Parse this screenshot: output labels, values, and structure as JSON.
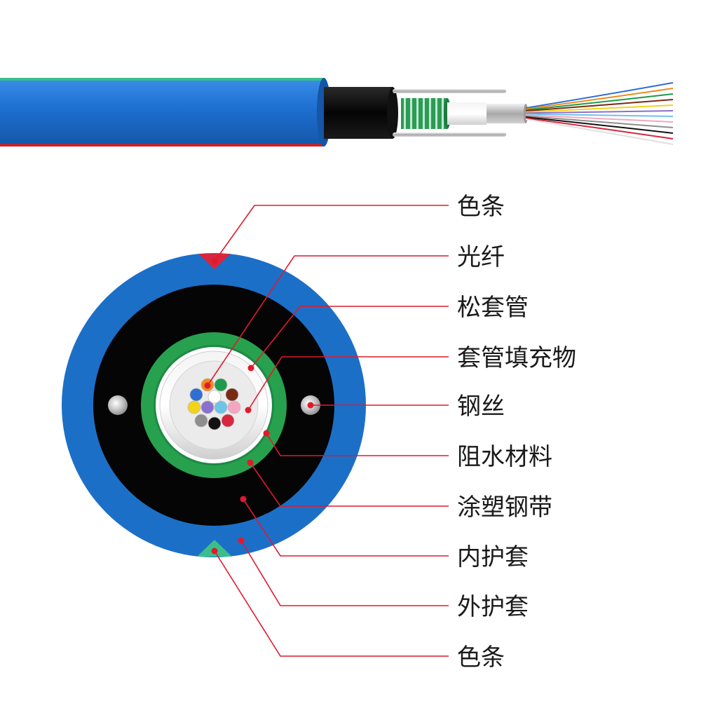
{
  "labels": [
    {
      "key": "color_strip_top",
      "text": "色条"
    },
    {
      "key": "fiber",
      "text": "光纤"
    },
    {
      "key": "loose_tube",
      "text": "松套管"
    },
    {
      "key": "tube_filler",
      "text": "套管填充物"
    },
    {
      "key": "steel_wire",
      "text": "钢丝"
    },
    {
      "key": "water_blocking",
      "text": "阻水材料"
    },
    {
      "key": "coated_steel_tape",
      "text": "涂塑钢带"
    },
    {
      "key": "inner_sheath",
      "text": "内护套"
    },
    {
      "key": "outer_sheath",
      "text": "外护套"
    },
    {
      "key": "color_strip_bottom",
      "text": "色条"
    }
  ],
  "colors": {
    "outer_sheath": "#1c6fc7",
    "inner_sheath": "#050505",
    "coated_steel_tape": "#27a14d",
    "loose_tube": "#ffffff",
    "tube_filler": "#e9e9e9",
    "leader": "#e01a2d",
    "strip_top": "#d7263d",
    "strip_bottom": "#3bbf8a"
  },
  "fiber_colors": [
    "#2f6fd1",
    "#f08a1b",
    "#1e9a4a",
    "#7a2a14",
    "#f3d21a",
    "#8b6fcf",
    "#6ec3e6",
    "#f4a6c0",
    "#8e8e8e",
    "#111111",
    "#d7263d",
    "#ffffff"
  ]
}
